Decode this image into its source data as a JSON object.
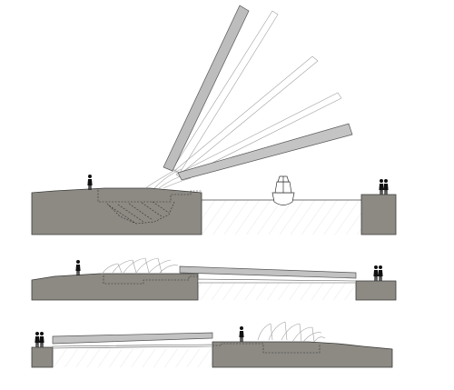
{
  "figure": {
    "kind": "architectural section drawing",
    "colors": {
      "ground_fill": "#8c8a83",
      "ground_stroke": "#3a3a3a",
      "leaf_fill": "#bdbdbd",
      "leaf_stroke": "#555555",
      "ghost_stroke": "#9a9a9a",
      "water_hatch": "#d9d9d9",
      "hidden_line": "#333333",
      "figure_silhouette": "#111111"
    },
    "panels": [
      {
        "name": "section-1",
        "state": "bridge leaf rotating open, boat passing"
      },
      {
        "name": "section-2",
        "state": "bridge leaf lowered, span closed"
      },
      {
        "name": "section-3",
        "state": "mirrored, bridge leaf lowered, span closed"
      }
    ],
    "people_icon": "person-silhouette-icon",
    "boat_icon": "boat-icon"
  }
}
